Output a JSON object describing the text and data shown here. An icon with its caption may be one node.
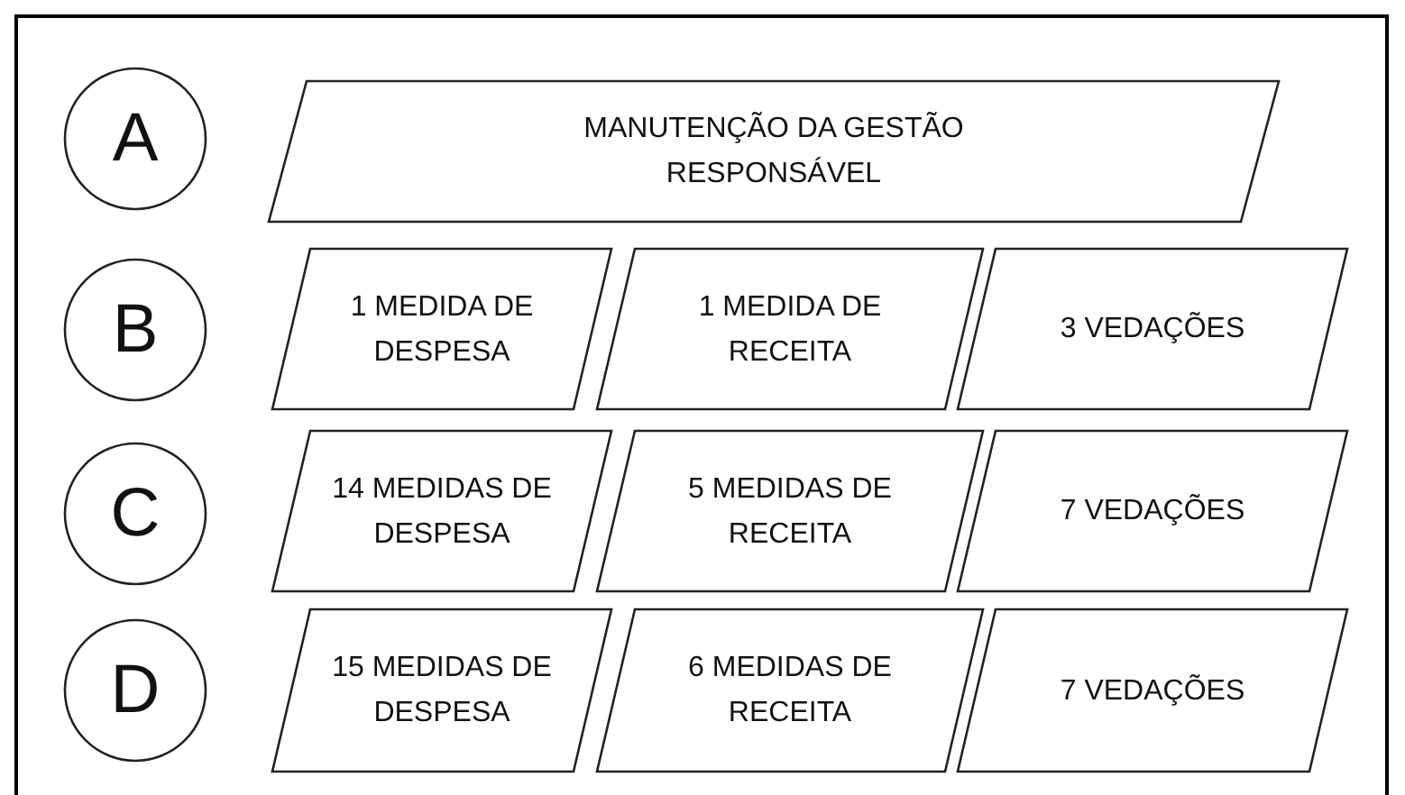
{
  "diagram": {
    "nodes": [
      {
        "text": [
          "A"
        ]
      },
      {
        "text": [
          "MANUTENÇÃO DA GESTÃO RESPONSÁVEL"
        ]
      },
      {
        "text": [
          "B"
        ]
      },
      {
        "text": [
          "1 MEDIDA DE DESPESA"
        ]
      },
      {
        "text": [
          "1 MEDIDA DE RECEITA"
        ]
      },
      {
        "text": [
          "3 VEDAÇÕES"
        ]
      },
      {
        "text": [
          "C"
        ]
      },
      {
        "text": [
          "14 MEDIDAS DE DESPESA"
        ]
      },
      {
        "text": [
          "5 MEDIDAS DE RECEITA"
        ]
      },
      {
        "text": [
          "7 VEDAÇÕES"
        ]
      },
      {
        "text": [
          "D"
        ]
      },
      {
        "text": [
          "15 MEDIDAS DE DESPESA"
        ]
      },
      {
        "text": [
          "6 MEDIDAS DE RECEITA"
        ]
      },
      {
        "text": [
          "7 VEDAÇÕES"
        ]
      }
    ]
  }
}
